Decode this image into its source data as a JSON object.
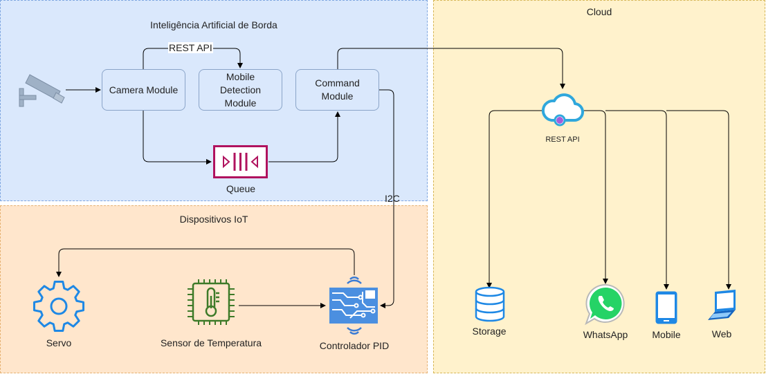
{
  "regions": {
    "edge": "Inteligência Artificial de Borda",
    "iot": "Dispositivos IoT",
    "cloud": "Cloud"
  },
  "nodes": {
    "camera_module": "Camera Module",
    "mobile_detection_module": [
      "Mobile",
      "Detection",
      "Module"
    ],
    "command_module": [
      "Command",
      "Module"
    ],
    "queue": "Queue",
    "servo": "Servo",
    "temperature_sensor": "Sensor de Temperatura",
    "pid_controller": "Controlador PID",
    "rest_api": "REST API",
    "storage": "Storage",
    "whatsapp": "WhatsApp",
    "mobile": "Mobile",
    "web": "Web"
  },
  "edge_labels": {
    "rest_api": "REST API",
    "i2c": "I2C"
  },
  "icons": {
    "camera": "security-camera-icon",
    "queue": "queue-icon",
    "servo": "gear-icon",
    "sensor": "temperature-chip-icon",
    "controller": "iot-controller-icon",
    "cloud": "cloud-api-icon",
    "storage": "database-icon",
    "whatsapp": "whatsapp-icon",
    "mobile": "smartphone-icon",
    "web": "laptop-icon"
  },
  "colors": {
    "edge_fill": "#dae8fc",
    "iot_fill": "#ffe6cc",
    "cloud_fill": "#fff2cc",
    "icon_blue": "#1e88e5",
    "sensor_green": "#3d7a28",
    "queue_magenta": "#b0125e",
    "whatsapp_green": "#25d366"
  }
}
